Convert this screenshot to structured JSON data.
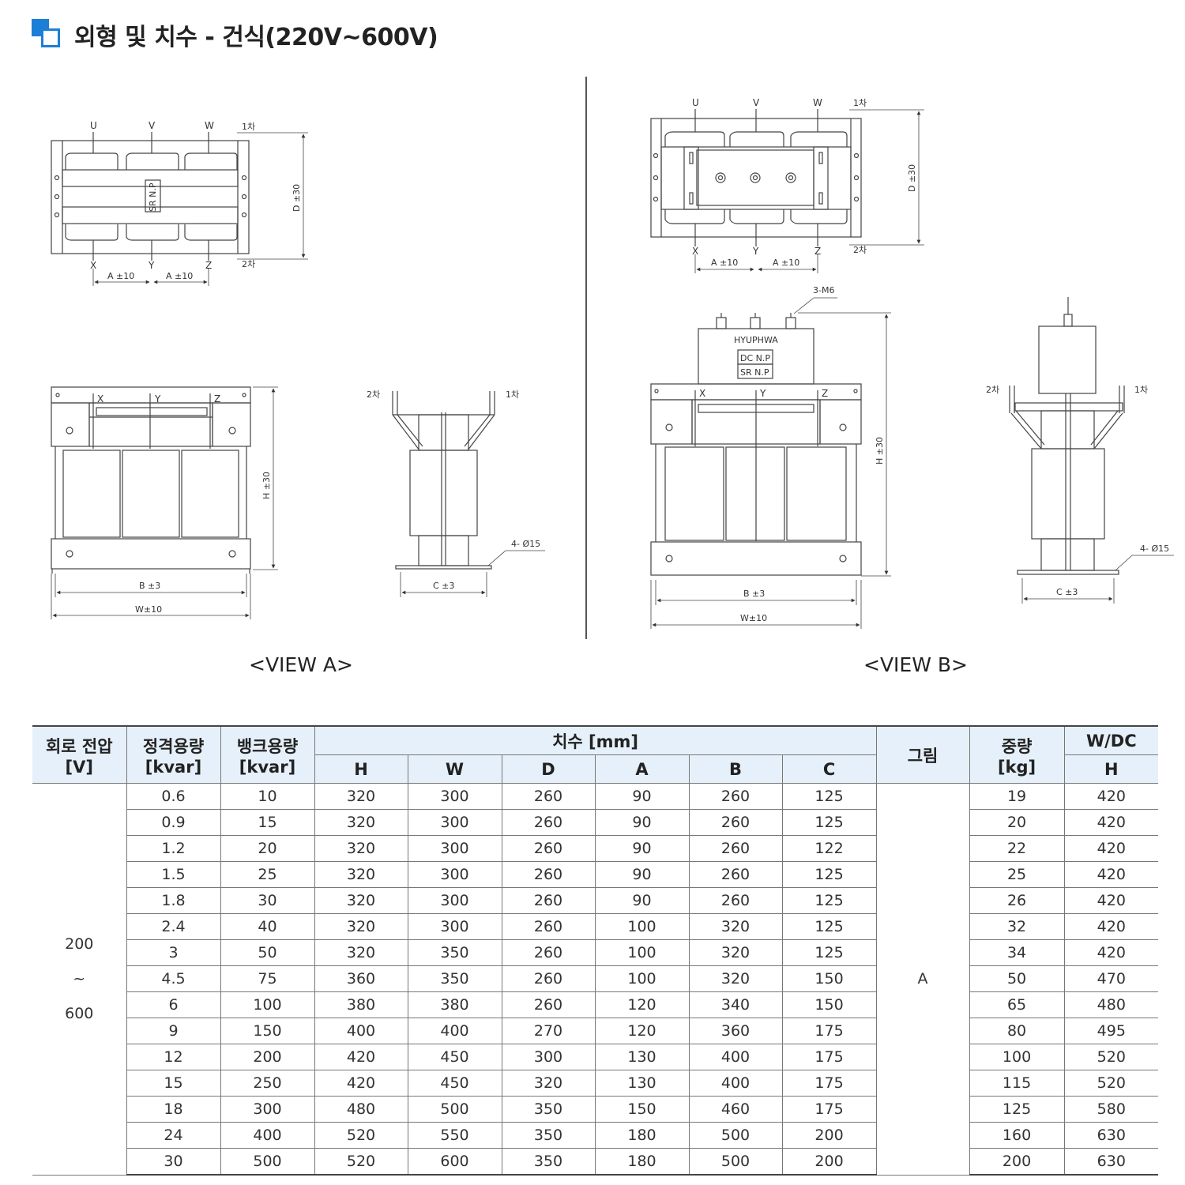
{
  "header": {
    "title": "외형 및 치수 - 건식(220V~600V)"
  },
  "drawings": {
    "view_a": {
      "caption": "<VIEW A>",
      "terminals_top": [
        "U",
        "V",
        "W"
      ],
      "terminals_bottom": [
        "X",
        "Y",
        "Z"
      ],
      "primary_label": "1차",
      "secondary_label": "2차",
      "nameplate": "SR N.P",
      "dim_a1": "A ±10",
      "dim_a2": "A ±10",
      "dim_d": "D ±30",
      "dim_h": "H ±30",
      "dim_b": "B ±3",
      "dim_w": "W±10",
      "dim_c": "C ±3",
      "holes": "4- Ø15"
    },
    "view_b": {
      "caption": "<VIEW B>",
      "terminals_top": [
        "U",
        "V",
        "W"
      ],
      "terminals_bottom": [
        "X",
        "Y",
        "Z"
      ],
      "primary_label": "1차",
      "secondary_label": "2차",
      "brand": "HYUPHWA",
      "nameplate_dc": "DC N.P",
      "nameplate_sr": "SR N.P",
      "bolt_spec": "3-M6",
      "dim_a1": "A ±10",
      "dim_a2": "A ±10",
      "dim_d": "D ±30",
      "dim_h": "H ±30",
      "dim_b": "B ±3",
      "dim_w": "W±10",
      "dim_c": "C ±3",
      "holes": "4- Ø15"
    }
  },
  "table": {
    "headers": {
      "voltage": "회로 전압",
      "voltage_unit": "[V]",
      "rated": "정격용량",
      "rated_unit": "[kvar]",
      "bank": "뱅크용량",
      "bank_unit": "[kvar]",
      "dims": "치수 [mm]",
      "dim_cols": [
        "H",
        "W",
        "D",
        "A",
        "B",
        "C"
      ],
      "figure": "그림",
      "weight": "중량",
      "weight_unit": "[kg]",
      "wdc": "W/DC",
      "wdc_sub": "H"
    },
    "voltage_range": [
      "200",
      "~",
      "600"
    ],
    "figure_value": "A",
    "rows": [
      [
        "0.6",
        "10",
        "320",
        "300",
        "260",
        "90",
        "260",
        "125",
        "19",
        "420"
      ],
      [
        "0.9",
        "15",
        "320",
        "300",
        "260",
        "90",
        "260",
        "125",
        "20",
        "420"
      ],
      [
        "1.2",
        "20",
        "320",
        "300",
        "260",
        "90",
        "260",
        "122",
        "22",
        "420"
      ],
      [
        "1.5",
        "25",
        "320",
        "300",
        "260",
        "90",
        "260",
        "125",
        "25",
        "420"
      ],
      [
        "1.8",
        "30",
        "320",
        "300",
        "260",
        "90",
        "260",
        "125",
        "26",
        "420"
      ],
      [
        "2.4",
        "40",
        "320",
        "300",
        "260",
        "100",
        "320",
        "125",
        "32",
        "420"
      ],
      [
        "3",
        "50",
        "320",
        "350",
        "260",
        "100",
        "320",
        "125",
        "34",
        "420"
      ],
      [
        "4.5",
        "75",
        "360",
        "350",
        "260",
        "100",
        "320",
        "150",
        "50",
        "470"
      ],
      [
        "6",
        "100",
        "380",
        "380",
        "260",
        "120",
        "340",
        "150",
        "65",
        "480"
      ],
      [
        "9",
        "150",
        "400",
        "400",
        "270",
        "120",
        "360",
        "175",
        "80",
        "495"
      ],
      [
        "12",
        "200",
        "420",
        "450",
        "300",
        "130",
        "400",
        "175",
        "100",
        "520"
      ],
      [
        "15",
        "250",
        "420",
        "450",
        "320",
        "130",
        "400",
        "175",
        "115",
        "520"
      ],
      [
        "18",
        "300",
        "480",
        "500",
        "350",
        "150",
        "460",
        "175",
        "125",
        "580"
      ],
      [
        "24",
        "400",
        "520",
        "550",
        "350",
        "180",
        "500",
        "200",
        "160",
        "630"
      ],
      [
        "30",
        "500",
        "520",
        "600",
        "350",
        "180",
        "500",
        "200",
        "200",
        "630"
      ]
    ]
  }
}
